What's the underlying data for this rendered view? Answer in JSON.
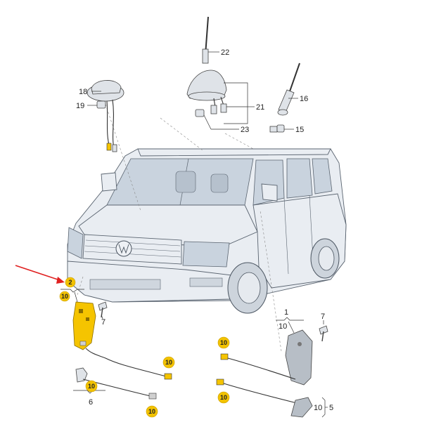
{
  "callouts": {
    "c22": "22",
    "c18": "18",
    "c19": "19",
    "c21": "21",
    "c16": "16",
    "c23": "23",
    "c15": "15",
    "c2": "2",
    "c10a": "10",
    "c7a": "7",
    "c1": "1",
    "c10b": "10",
    "c7b": "7",
    "c10c": "10",
    "c10d": "10",
    "c6": "6",
    "c10e": "10",
    "c10f": "10",
    "c10g": "10",
    "c10h": "10",
    "c5": "5",
    "c10i": "10"
  },
  "colors": {
    "highlight": "#f5c400",
    "arrow": "#e02020"
  }
}
